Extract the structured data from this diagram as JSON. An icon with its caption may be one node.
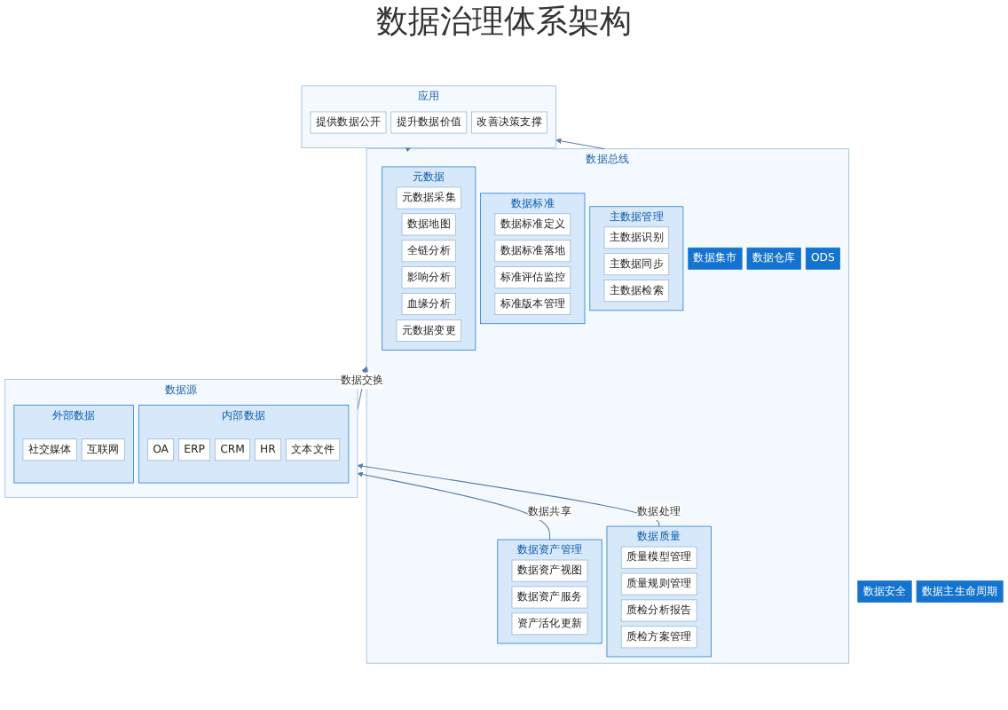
{
  "diagram": {
    "title": "数据治理体系架构",
    "nodes": [
      {
        "text": [
          "应用"
        ]
      },
      {
        "text": [
          "提供数据公开"
        ],
        "in": 0
      },
      {
        "text": [
          "提升数据价值"
        ],
        "in": 0
      },
      {
        "text": [
          "改善决策支撑"
        ],
        "in": 0
      },
      {
        "text": [
          "数据安全"
        ]
      },
      {
        "text": [
          "数据总线"
        ]
      },
      {
        "text": [
          "数据资产管理"
        ],
        "in": 5
      },
      {
        "text": [
          "数据资产视图"
        ],
        "in": 6
      },
      {
        "text": [
          "数据资产服务"
        ],
        "in": 6
      },
      {
        "text": [
          "资产活化更新"
        ],
        "in": 6
      },
      {
        "text": [
          "主数据管理"
        ],
        "in": 5
      },
      {
        "text": [
          "主数据识别"
        ],
        "in": 10
      },
      {
        "text": [
          "主数据同步"
        ],
        "in": 10
      },
      {
        "text": [
          "主数据检索"
        ],
        "in": 10
      },
      {
        "text": [
          "数据质量"
        ],
        "in": 5
      },
      {
        "text": [
          "质量模型管理"
        ],
        "in": 14
      },
      {
        "text": [
          "质量规则管理"
        ],
        "in": 14
      },
      {
        "text": [
          "质检分析报告"
        ],
        "in": 14
      },
      {
        "text": [
          "质检方案管理"
        ],
        "in": 14
      },
      {
        "text": [
          "数据标准"
        ],
        "in": 5
      },
      {
        "text": [
          "数据标准定义"
        ],
        "in": 19
      },
      {
        "text": [
          "数据标准落地"
        ],
        "in": 19
      },
      {
        "text": [
          "标准评估监控"
        ],
        "in": 19
      },
      {
        "text": [
          "标准版本管理"
        ],
        "in": 19
      },
      {
        "text": [
          "元数据"
        ],
        "in": 5
      },
      {
        "text": [
          "元数据采集"
        ],
        "in": 24
      },
      {
        "text": [
          "数据地图"
        ],
        "in": 24
      },
      {
        "text": [
          "全链分析"
        ],
        "in": 24
      },
      {
        "text": [
          "影响分析"
        ],
        "in": 24
      },
      {
        "text": [
          "血缘分析"
        ],
        "in": 24
      },
      {
        "text": [
          "元数据变更"
        ],
        "in": 24
      },
      {
        "text": [
          "数据集市"
        ],
        "in": 5
      },
      {
        "text": [
          "数据仓库"
        ],
        "in": 5
      },
      {
        "text": [
          "ODS"
        ],
        "in": 5
      },
      {
        "text": [
          "数据主生命周期"
        ]
      },
      {
        "text": [
          "数据源"
        ]
      },
      {
        "text": [
          "内部数据"
        ],
        "in": 35
      },
      {
        "text": [
          "OA"
        ],
        "in": 36
      },
      {
        "text": [
          "ERP"
        ],
        "in": 36
      },
      {
        "text": [
          "CRM"
        ],
        "in": 36
      },
      {
        "text": [
          "HR"
        ],
        "in": 36
      },
      {
        "text": [
          "文本文件"
        ],
        "in": 36
      },
      {
        "text": [
          "外部数据"
        ],
        "in": 35
      },
      {
        "text": [
          "社交媒体"
        ],
        "in": 42
      },
      {
        "text": [
          "互联网"
        ],
        "in": 42
      }
    ],
    "edges": [
      {
        "from": 5,
        "to": 0,
        "arrow": "to"
      },
      {
        "from": 5,
        "to": 0,
        "arrow": "to"
      },
      {
        "from": 35,
        "to": 5,
        "arrow": "to",
        "label": "数据交换"
      },
      {
        "from": 35,
        "to": 5,
        "arrow": "to"
      },
      {
        "from": 6,
        "to": 35,
        "arrow": "to",
        "label": "数据共享"
      },
      {
        "from": 14,
        "to": 35,
        "arrow": "to",
        "label": "数据处理"
      }
    ]
  }
}
